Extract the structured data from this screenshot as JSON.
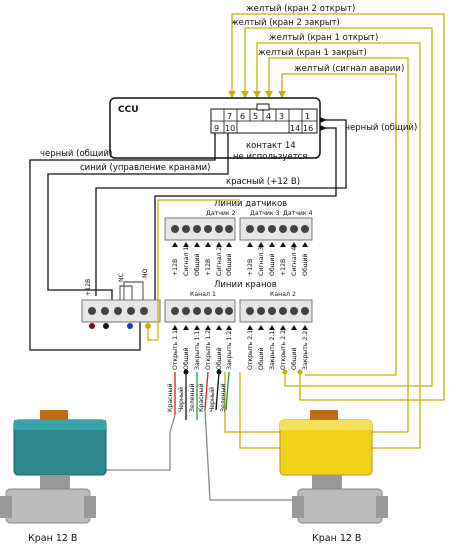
{
  "top_wires": [
    "желтый (кран 2 открыт)",
    "желтый (кран 2 закрыт)",
    "желтый (кран 1 открыт)",
    "желтый (кран 1 закрыт)",
    "желтый (сигнал аварии)"
  ],
  "ccu": {
    "title": "CCU",
    "pins_top": [
      "7",
      "6",
      "5",
      "4",
      "3",
      "1"
    ],
    "pins_bottom": [
      "9",
      "10",
      "14",
      "16"
    ],
    "contact_note_1": "контакт 14",
    "contact_note_2": "не используется"
  },
  "left_wires": {
    "black_common_left": "черный (общий)",
    "blue_control": "синий (управление кранами)",
    "red_power": "красный (+12 В)",
    "black_common_right": "черный (общий)"
  },
  "sensor_block": {
    "title": "Линии датчиков",
    "sensor2": "Датчик 2",
    "sensor3": "Датчик 3",
    "sensor4": "Датчик 4",
    "pins": [
      "+12В",
      "Сигнал 1",
      "Общий",
      "+12В",
      "Сигнал 2",
      "Общий",
      "+12В",
      "Сигнал 3",
      "Общий",
      "+12В",
      "Сигнал 4",
      "Общий"
    ]
  },
  "power_block": {
    "pins": [
      "+12В",
      "NC",
      "",
      "NO"
    ]
  },
  "valve_block": {
    "title": "Линии кранов",
    "channel1": "Канал 1",
    "channel2": "Канал 2",
    "pins": [
      "Открыть 1.1",
      "Общий",
      "Закрыть 1.1",
      "Открыть 1.2",
      "Общий",
      "Закрыть 1.2",
      "Открыть 2.1",
      "Общий",
      "Закрыть 2.1",
      "Открыть 2.2",
      "Общий",
      "Закрыть 2.2"
    ]
  },
  "valve_wires": [
    "Красный",
    "Черный",
    "Зеленый",
    "Красный",
    "Черный",
    "Зеленый"
  ],
  "valves": {
    "left_label": "Кран 12 В",
    "right_label": "Кран 12 В",
    "left_color": "#2e8a8f",
    "right_color": "#f2d21a"
  },
  "colors": {
    "yellow_wire": "#c8b000",
    "red_wire": "#d42020",
    "green_wire": "#1a9a3a",
    "blue_wire": "#1d3fb0"
  }
}
